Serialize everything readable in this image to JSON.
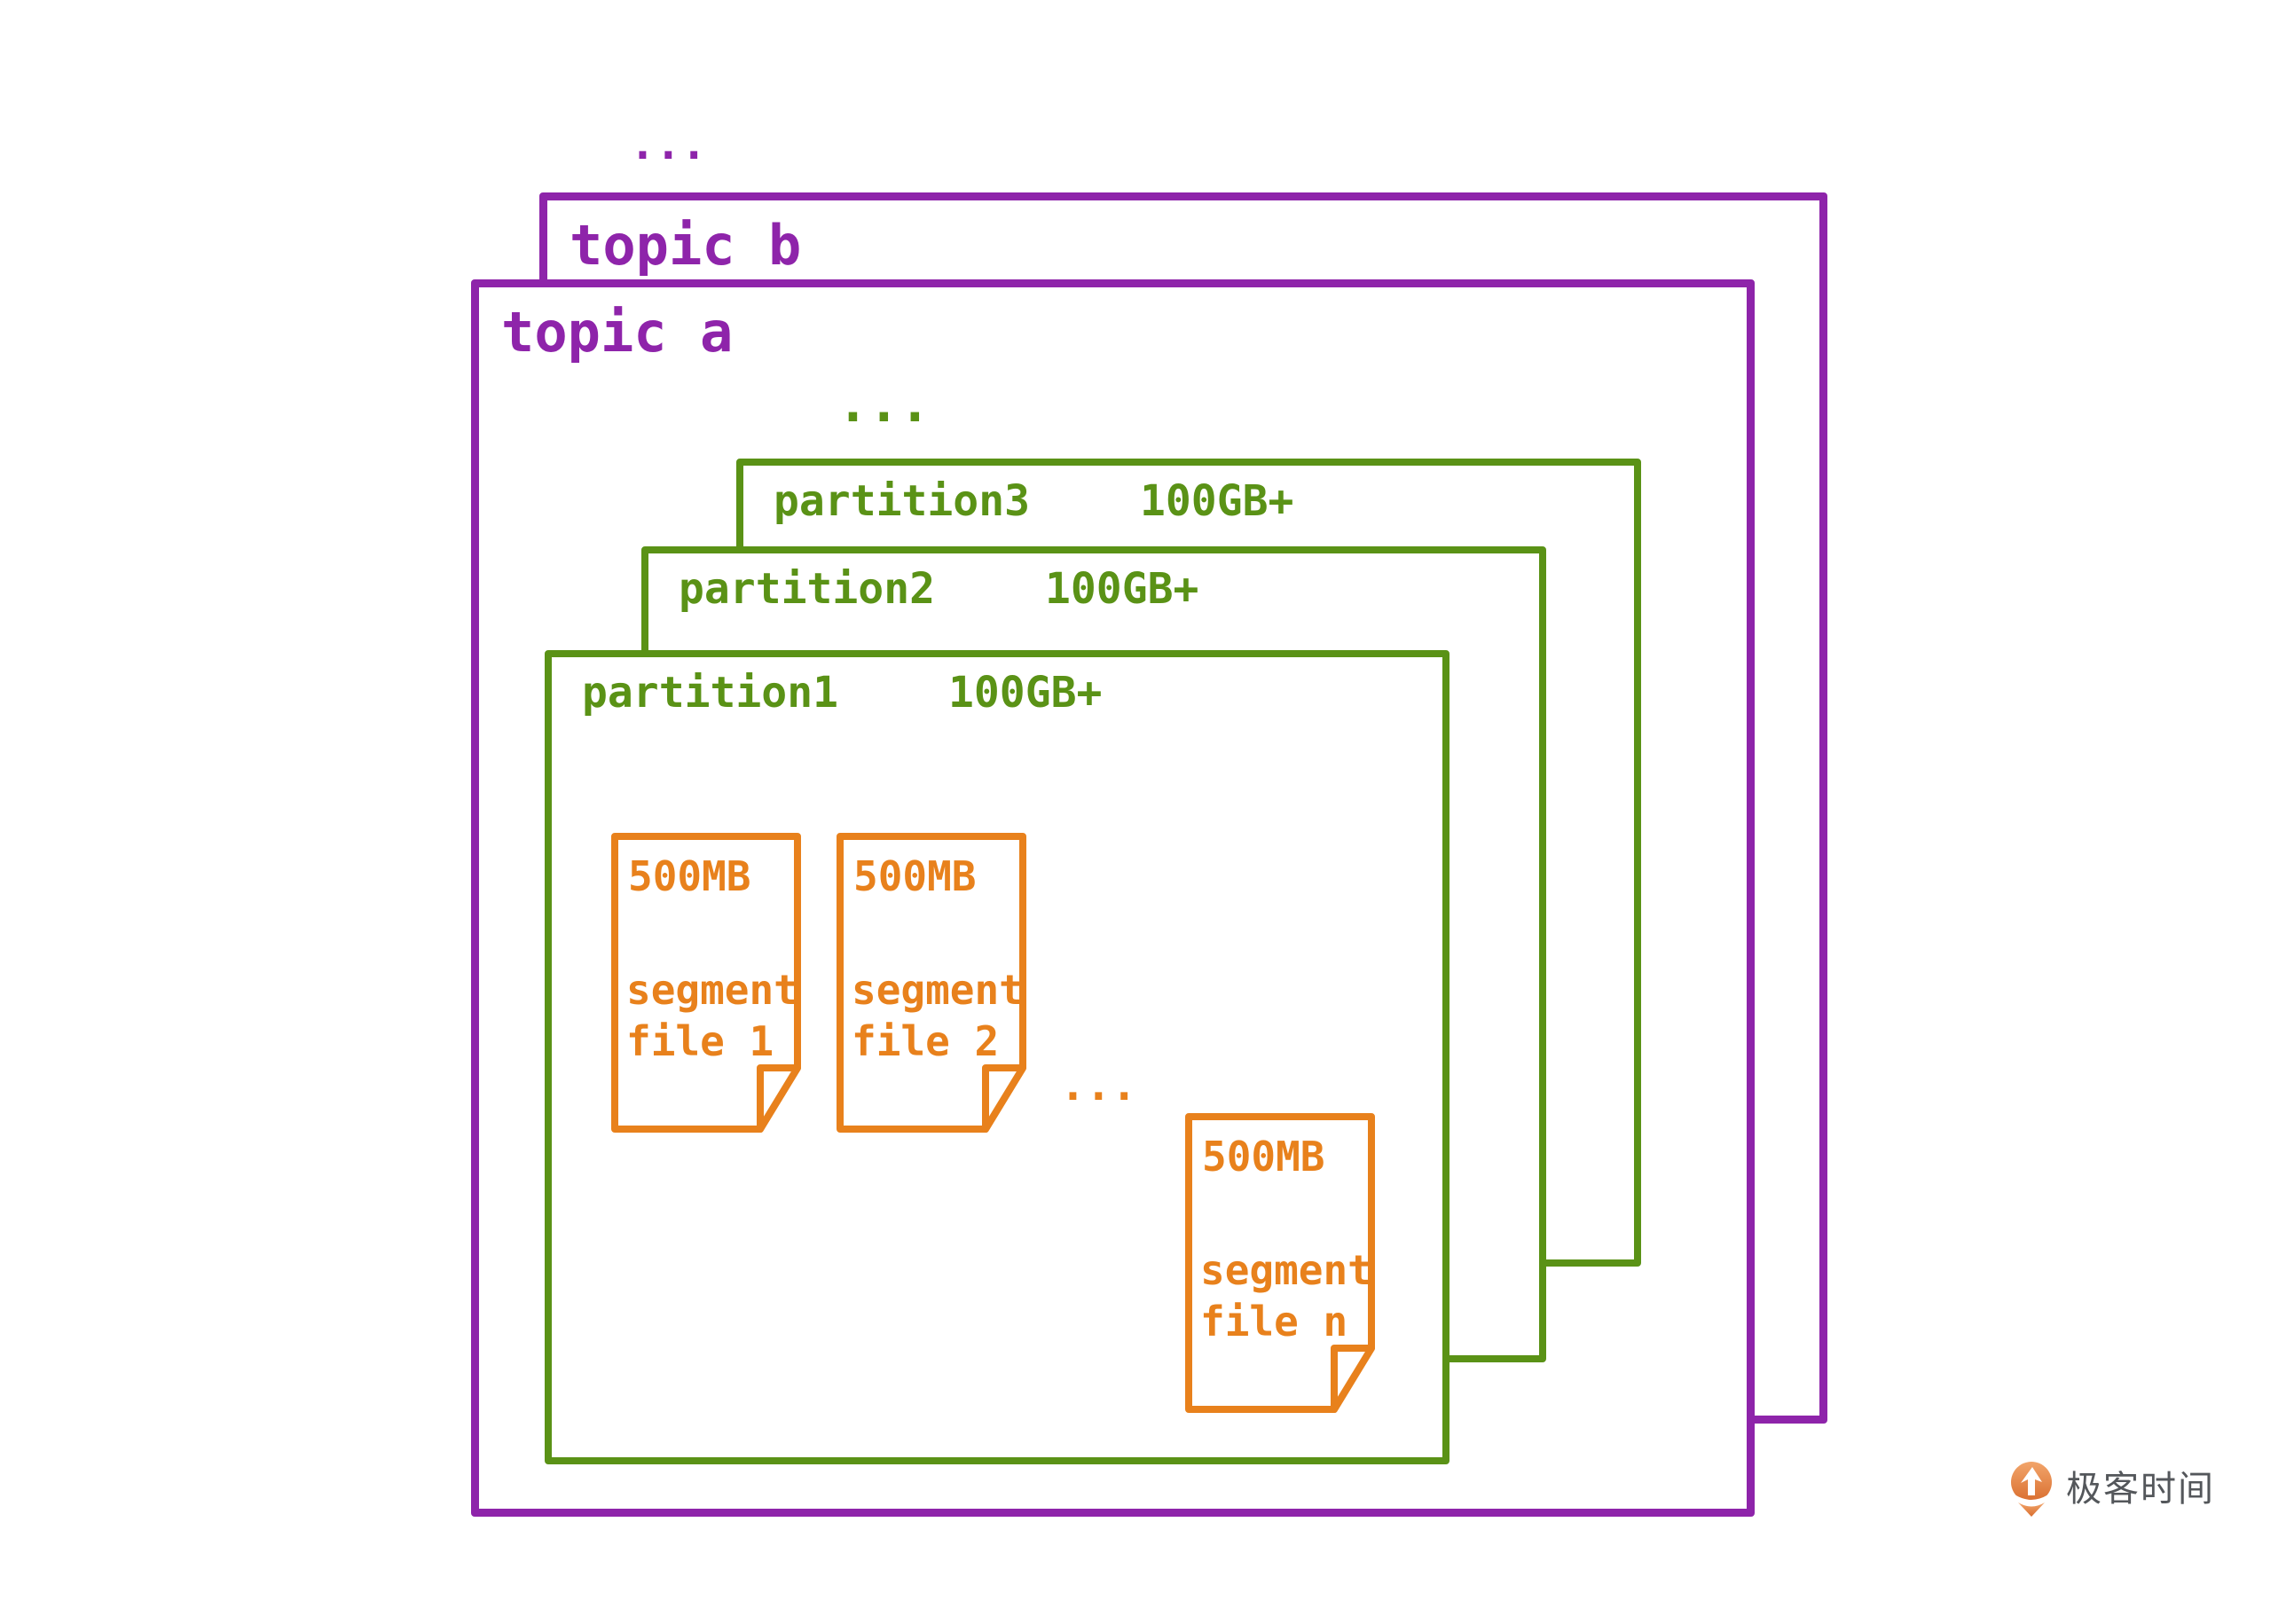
{
  "diagram": {
    "topics_ellipsis": "...",
    "topics": [
      {
        "label": "topic b"
      },
      {
        "label": "topic a"
      }
    ],
    "partitions_ellipsis": "...",
    "partitions": [
      {
        "label": "partition3",
        "size": "100GB+"
      },
      {
        "label": "partition2",
        "size": "100GB+"
      },
      {
        "label": "partition1",
        "size": "100GB+"
      }
    ],
    "segments_ellipsis": "...",
    "segments": [
      {
        "size": "500MB",
        "name_line1": "segment",
        "name_line2": "file 1"
      },
      {
        "size": "500MB",
        "name_line1": "segment",
        "name_line2": "file 2"
      },
      {
        "size": "500MB",
        "name_line1": "segment",
        "name_line2": "file n"
      }
    ],
    "colors": {
      "topic_stroke": "#8E24AA",
      "partition_stroke": "#5A9216",
      "segment_stroke": "#E8811C",
      "background": "#FFFFFF"
    }
  },
  "branding": {
    "logo_text": "极客时间",
    "logo_icon": "geektime-pin-arrow-icon",
    "logo_text_color": "#54575B",
    "logo_icon_color": "#E0793F"
  }
}
